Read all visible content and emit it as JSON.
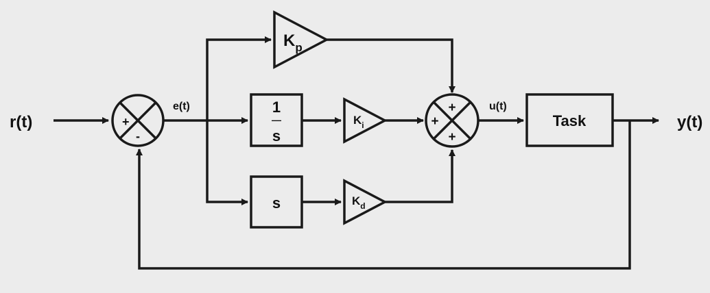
{
  "diagram": {
    "input_label": "r(t)",
    "output_label": "y(t)",
    "error_label": "e(t)",
    "control_label": "u(t)",
    "sum1": {
      "top_sign": "+",
      "bottom_sign": "-"
    },
    "sum2": {
      "top_sign": "+",
      "left_sign": "+",
      "bottom_sign": "+"
    },
    "kp": {
      "base": "K",
      "sub": "p"
    },
    "ki": {
      "base": "K",
      "sub": "i"
    },
    "kd": {
      "base": "K",
      "sub": "d"
    },
    "integrator": {
      "numerator": "1",
      "bar": "—",
      "denominator": "s"
    },
    "derivative": {
      "label": "s"
    },
    "plant": {
      "label": "Task"
    },
    "colors": {
      "background": "#ececec",
      "stroke": "#1a1a1a"
    }
  }
}
